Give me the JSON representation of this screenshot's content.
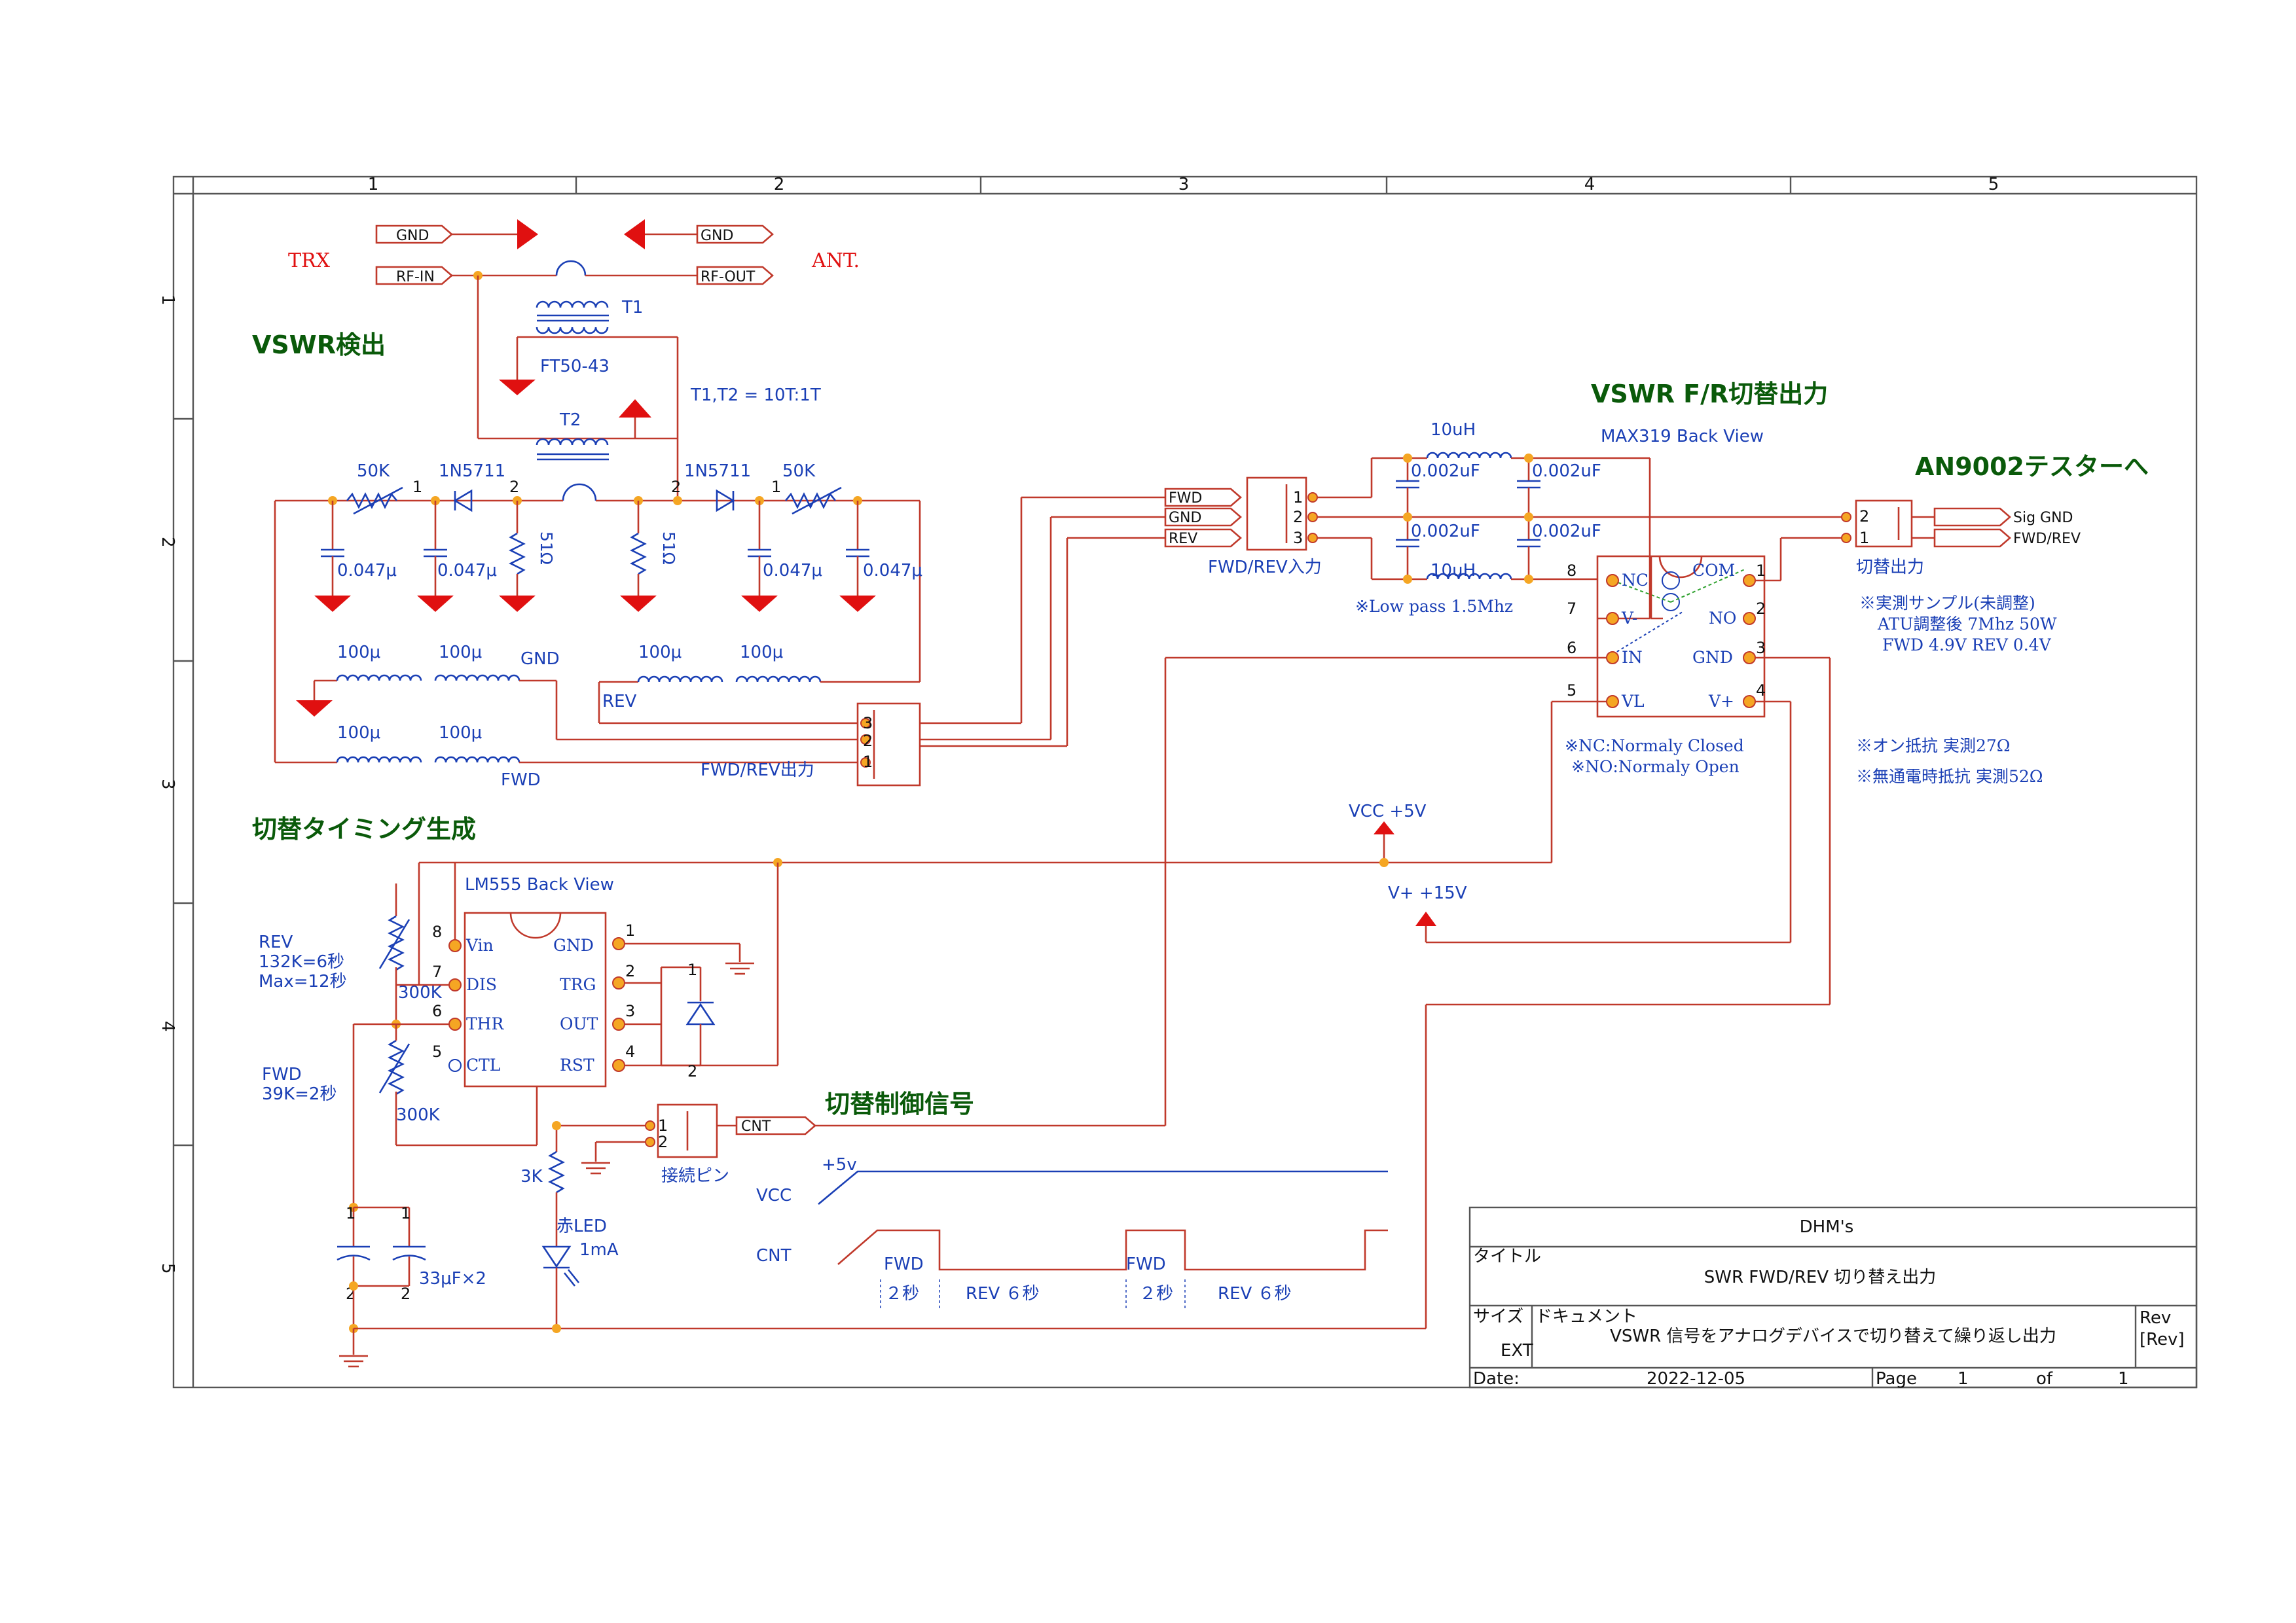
{
  "frame": {
    "col_numbers": [
      "1",
      "2",
      "3",
      "4",
      "5"
    ],
    "row_numbers": [
      "1",
      "2",
      "3",
      "4",
      "5"
    ]
  },
  "headings": {
    "vswr_detect": "VSWR検出",
    "vswr_fr_out": "VSWR F/R切替出力",
    "an9002": "AN9002テスターへ",
    "timing": "切替タイミング生成",
    "control_signal": "切替制御信号"
  },
  "coupler": {
    "trx": "TRX",
    "ant": "ANT.",
    "gnd_left": "GND",
    "gnd_right": "GND",
    "rf_in": "RF-IN",
    "rf_out": "RF-OUT",
    "t1": "T1",
    "t2": "T2",
    "core": "FT50-43",
    "turns": "T1,T2 = 10T:1T",
    "r_left": "50K",
    "r_right": "50K",
    "d_left": "1N5711",
    "d_right": "1N5711",
    "cap": "0.047μ",
    "r51_left": "51Ω",
    "r51_right": "51Ω",
    "pin1": "1",
    "pin2": "2",
    "ind": "100μ",
    "gnd_lbl": "GND",
    "rev_lbl": "REV",
    "fwd_lbl": "FWD",
    "fwdrev_out": "FWD/REV出力",
    "conn_pins": [
      "3",
      "2",
      "1"
    ]
  },
  "switch": {
    "in_labels": [
      "FWD",
      "GND",
      "REV"
    ],
    "in_pins": [
      "1",
      "2",
      "3"
    ],
    "in_title": "FWD/REV入力",
    "ind_top": "10uH",
    "ind_bot": "10uH",
    "caps": [
      "0.002uF",
      "0.002uF",
      "0.002uF",
      "0.002uF"
    ],
    "lowpass": "※Low pass 1.5Mhz",
    "max_title": "MAX319 Back View",
    "left_pins": [
      {
        "num": "8",
        "name": "NC"
      },
      {
        "num": "7",
        "name": "V-"
      },
      {
        "num": "6",
        "name": "IN"
      },
      {
        "num": "5",
        "name": "VL"
      }
    ],
    "right_pins": [
      {
        "num": "1",
        "name": "COM"
      },
      {
        "num": "2",
        "name": "NO"
      },
      {
        "num": "3",
        "name": "GND"
      },
      {
        "num": "4",
        "name": "V+"
      }
    ],
    "nc_note": "※NC:Normaly Closed",
    "no_note": "※NO:Normaly Open",
    "out_pins": [
      "2",
      "1"
    ],
    "out_labels": [
      "Sig GND",
      "FWD/REV"
    ],
    "out_title": "切替出力",
    "sample_lines": [
      "※実測サンプル(未調整)",
      "ATU調整後 7Mhz 50W",
      "FWD 4.9V  REV 0.4V"
    ],
    "on_res": "※オン抵抗 実測27Ω",
    "no_res": "※無通電時抵抗 実測52Ω"
  },
  "timer": {
    "vcc": "VCC +5V",
    "vplus": "V+ +15V",
    "title": "LM555 Back View",
    "left_pins": [
      {
        "num": "8",
        "name": "Vin"
      },
      {
        "num": "7",
        "name": "DIS"
      },
      {
        "num": "6",
        "name": "THR"
      },
      {
        "num": "5",
        "name": "CTL"
      }
    ],
    "right_pins": [
      {
        "num": "1",
        "name": "GND"
      },
      {
        "num": "2",
        "name": "TRG"
      },
      {
        "num": "3",
        "name": "OUT"
      },
      {
        "num": "4",
        "name": "RST"
      }
    ],
    "rev_lines": [
      "REV",
      "132K=6秒",
      "Max=12秒"
    ],
    "fwd_lines": [
      "FWD",
      "39K=2秒"
    ],
    "pot1": "300K",
    "pot2": "300K",
    "cap_note": "33μF×2",
    "cap_pin1": "1",
    "cap_pin2": "2",
    "diode_pin1": "1",
    "diode_pin2": "2",
    "r3k": "3K",
    "led": "赤LED",
    "led_i": "1mA",
    "jumper_pins": [
      "1",
      "2"
    ],
    "jumper_title": "接続ピン",
    "cnt": "CNT"
  },
  "timing_chart": {
    "plus5": "+5v",
    "vcc": "VCC",
    "cnt": "CNT",
    "fwd": "FWD",
    "sec2": "２秒",
    "rev6": "REV ６秒"
  },
  "title_block": {
    "company": "DHM's",
    "title_label": "タイトル",
    "title": "SWR FWD/REV 切り替え出力",
    "size_label": "サイズ",
    "size": "EXT",
    "doc_label": "ドキュメント",
    "doc": "VSWR 信号をアナログデバイスで切り替えて繰り返し出力",
    "rev_label": "Rev",
    "rev": "[Rev]",
    "date_label": "Date:",
    "date": "2022-12-05",
    "page_label": "Page",
    "page": "1",
    "of_label": "of",
    "of": "1"
  }
}
